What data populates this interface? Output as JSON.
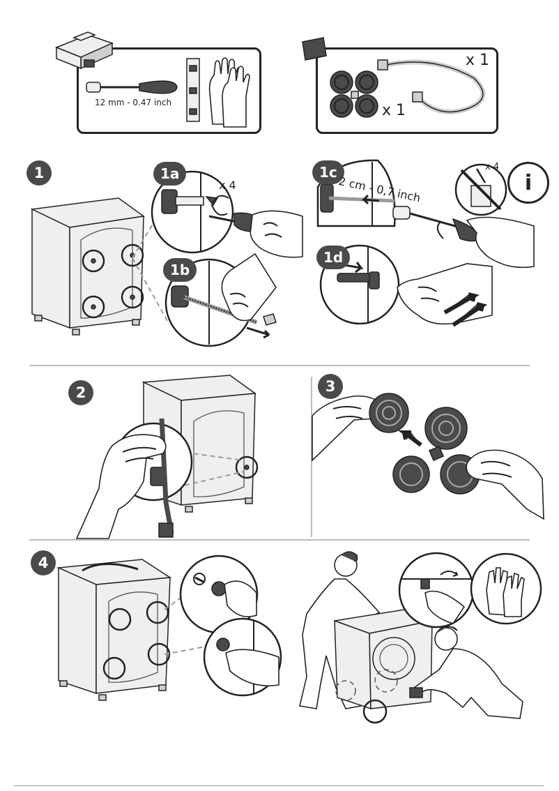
{
  "toolbox": {
    "screwdriver_label": "12 mm - 0.47 inch"
  },
  "kit": {
    "hose_qty": "x 1",
    "feet_qty": "x 1"
  },
  "step1": {
    "badge": "1",
    "sub_a": "1a",
    "sub_b": "1b",
    "sub_c": "1c",
    "sub_d": "1d",
    "bolts_qty": "x 4",
    "distance": "2 cm - 0,7 inch",
    "discard_qty": "x 4",
    "info_icon": "i"
  },
  "step2": {
    "badge": "2"
  },
  "step3": {
    "badge": "3"
  },
  "step4": {
    "badge": "4"
  },
  "colors": {
    "dark_gray": "#4a4a4a",
    "divider": "#bdbdbd"
  }
}
